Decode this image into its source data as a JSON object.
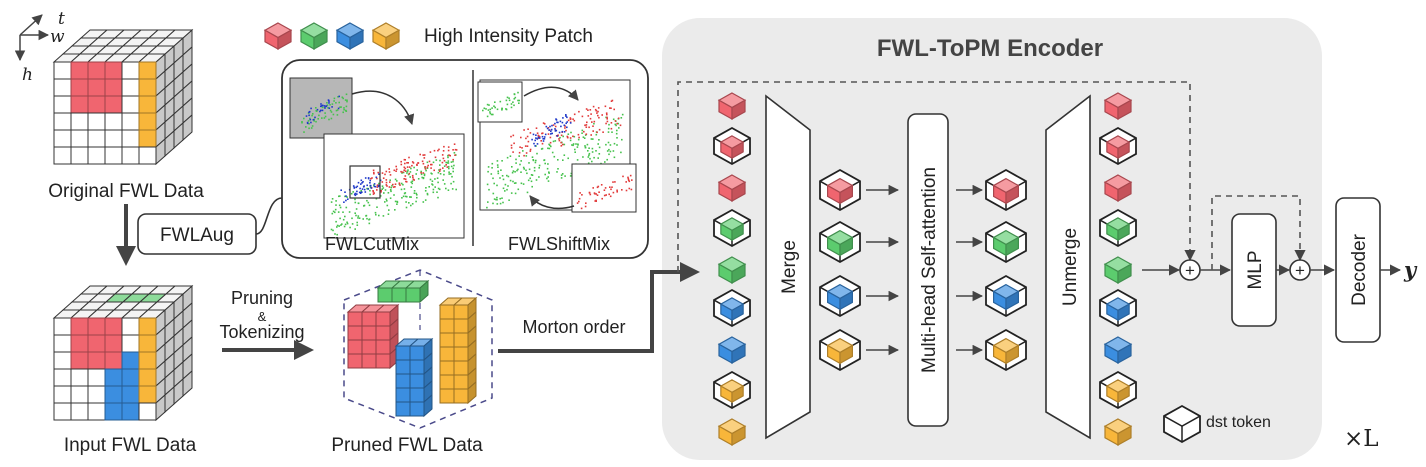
{
  "legend": {
    "label": "High Intensity Patch"
  },
  "axes": {
    "t": "t",
    "w": "w",
    "h": "h"
  },
  "captions": {
    "original": "Original FWL Data",
    "input": "Input FWL Data",
    "pruned": "Pruned FWL Data"
  },
  "aug": {
    "box_label": "FWLAug",
    "cutmix": "FWLCutMix",
    "shiftmix": "FWLShiftMix"
  },
  "steps": {
    "pruning": "Pruning",
    "amp": "&",
    "tokenizing": "Tokenizing",
    "morton": "Morton order"
  },
  "encoder": {
    "title": "FWL-ToPM Encoder",
    "merge": "Merge",
    "attention": "Multi-head Self-attention",
    "unmerge": "Unmerge",
    "mlp": "MLP",
    "plus": "+",
    "dst_token": "dst token",
    "repeat": "×L"
  },
  "decoder": {
    "label": "Decoder",
    "output": "y"
  },
  "colors": {
    "red": "#f0656f",
    "green": "#5ccc6e",
    "blue": "#3b8ee0",
    "yellow": "#f8b63a",
    "encoder_bg": "#ebebeb",
    "stroke": "#333333"
  }
}
